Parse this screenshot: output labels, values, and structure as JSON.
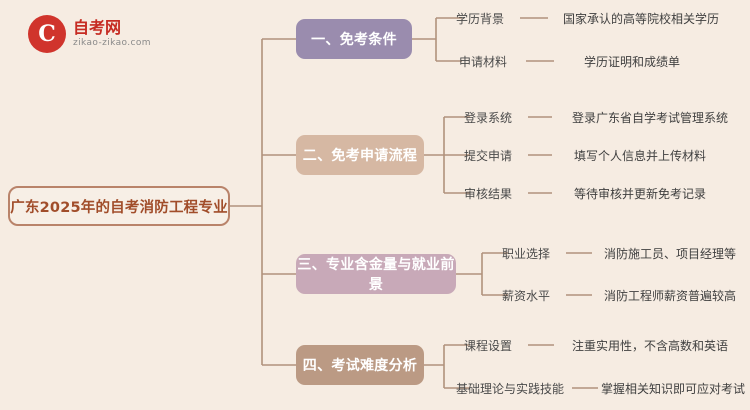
{
  "logo": {
    "mark": "C",
    "name_cn": "自考网",
    "name_en": "zikao-zikao.com",
    "color": "#c62b22"
  },
  "mindmap": {
    "root": "广东2025年的自考消防工程专业",
    "branches": [
      {
        "label": "一、免考条件",
        "color": "#9a8cae",
        "children": [
          {
            "label": "学历背景",
            "detail": "国家承认的高等院校相关学历"
          },
          {
            "label": "申请材料",
            "detail": "学历证明和成绩单"
          }
        ]
      },
      {
        "label": "二、免考申请流程",
        "color": "#d6b8a3",
        "children": [
          {
            "label": "登录系统",
            "detail": "登录广东省自学考试管理系统"
          },
          {
            "label": "提交申请",
            "detail": "填写个人信息并上传材料"
          },
          {
            "label": "审核结果",
            "detail": "等待审核并更新免考记录"
          }
        ]
      },
      {
        "label": "三、专业含金量与就业前景",
        "color": "#c8a9b8",
        "children": [
          {
            "label": "职业选择",
            "detail": "消防施工员、项目经理等"
          },
          {
            "label": "薪资水平",
            "detail": "消防工程师薪资普遍较高"
          }
        ]
      },
      {
        "label": "四、考试难度分析",
        "color": "#bb9a84",
        "children": [
          {
            "label": "课程设置",
            "detail": "注重实用性，不含高数和英语"
          },
          {
            "label": "基础理论与实践技能",
            "detail": "掌握相关知识即可应对考试"
          }
        ]
      }
    ]
  },
  "colors": {
    "background": "#f6ece2",
    "line": "#b0927c",
    "root_border": "#b9836a",
    "root_text": "#a14d2a"
  }
}
